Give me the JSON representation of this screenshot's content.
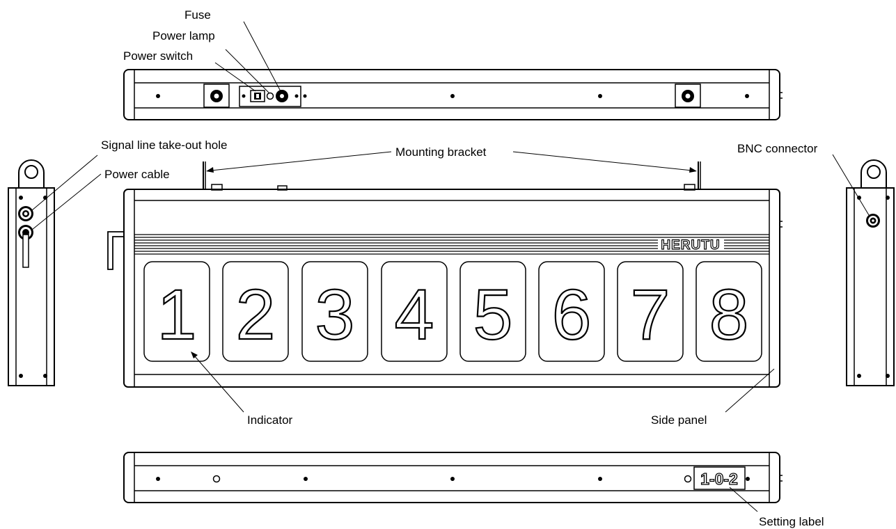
{
  "labels": {
    "fuse": "Fuse",
    "power_lamp": "Power lamp",
    "power_switch": "Power switch",
    "signal_line_hole": "Signal line take-out hole",
    "power_cable": "Power cable",
    "mounting_bracket": "Mounting bracket",
    "bnc_connector": "BNC connector",
    "indicator": "Indicator",
    "side_panel": "Side panel",
    "setting_label": "Setting label"
  },
  "brand": "HERUTU",
  "digits": [
    "1",
    "2",
    "3",
    "4",
    "5",
    "6",
    "7",
    "8"
  ],
  "setting_label_text": "1-0-2"
}
